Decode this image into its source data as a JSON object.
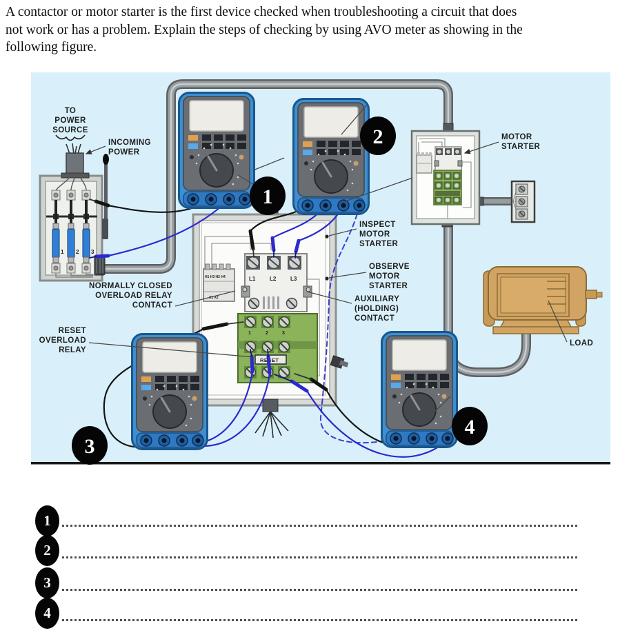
{
  "question": {
    "lines": [
      "A contactor or motor starter is the first device checked when troubleshooting a circuit that does",
      "not work or has a problem. Explain the steps of checking by using AVO meter as showing in the",
      "following figure."
    ]
  },
  "figure": {
    "labels": {
      "to_power_source": [
        "TO",
        "POWER",
        "SOURCE"
      ],
      "incoming_power": [
        "INCOMING",
        "POWER"
      ],
      "normally_closed_overload": [
        "NORMALLY CLOSED",
        "OVERLOAD RELAY",
        "CONTACT"
      ],
      "reset_overload_relay": [
        "RESET",
        "OVERLOAD",
        "RELAY"
      ],
      "inspect_motor_starter": [
        "INSPECT",
        "MOTOR",
        "STARTER"
      ],
      "observe_motor_starter": [
        "OBSERVE",
        "MOTOR",
        "STARTER"
      ],
      "auxiliary_holding_contact": [
        "AUXILIARY",
        "(HOLDING)",
        "CONTACT"
      ],
      "motor_starter": [
        "MOTOR",
        "STARTER"
      ],
      "load": "LOAD"
    },
    "component_text": {
      "contactor_terminals": [
        "L1",
        "L2",
        "L3"
      ],
      "overload_terminals": [
        "1",
        "2",
        "3"
      ],
      "reset_button": "RESET",
      "fuse_numbers": [
        "1",
        "2",
        "3"
      ],
      "transformer_primary": "H1 H3 H2 H4",
      "transformer_secondary": "X1 X2"
    },
    "step_markers": [
      "1",
      "2",
      "3",
      "4"
    ],
    "colors": {
      "background": "#d9f0fa",
      "meter_body": "#3e8ed0",
      "overload_green": "#8ab35a",
      "motor_tan": "#d2a463",
      "fuse_blue": "#2f7fd8",
      "conduit": "#989da0",
      "lead_blue": "#2a2ace",
      "lead_black": "#141414"
    }
  },
  "answers": {
    "items": [
      {
        "number": "1"
      },
      {
        "number": "2"
      },
      {
        "number": "3"
      },
      {
        "number": "4"
      }
    ]
  }
}
